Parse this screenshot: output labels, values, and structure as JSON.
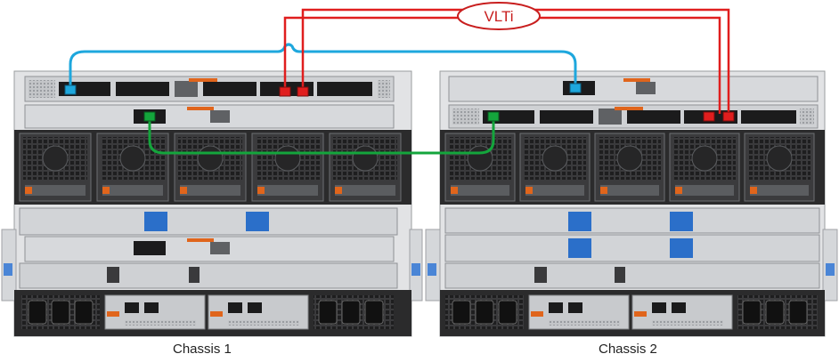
{
  "diagram": {
    "vlti_label": "VLTi",
    "chassis": [
      {
        "label": "Chassis 1"
      },
      {
        "label": "Chassis 2"
      }
    ],
    "colors": {
      "vlti_link": "#e01e1e",
      "blue_link": "#1ea7dd",
      "green_link": "#14a53c",
      "chassis_body": "#e2e3e5",
      "panel_dark": "#2b2b2c",
      "module_gray": "#cfd1d4",
      "port_dark": "#1b1b1c",
      "accent_orange": "#e0651c",
      "accent_blue": "#2b6fc9"
    }
  }
}
